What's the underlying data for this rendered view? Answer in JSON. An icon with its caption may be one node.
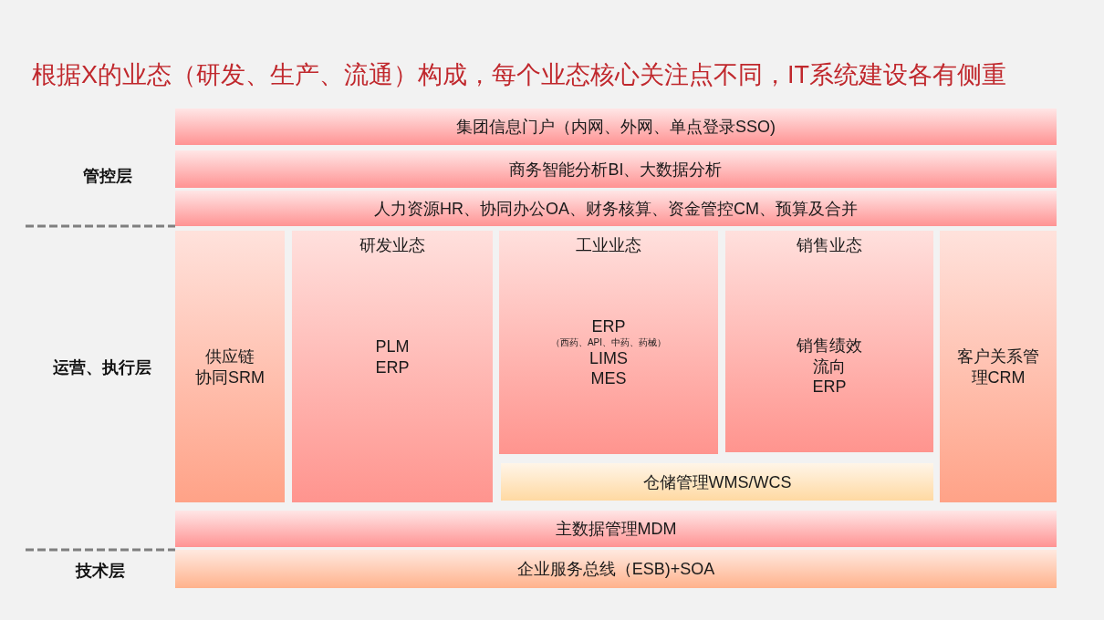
{
  "diagram": {
    "title": "根据X的业态（研发、生产、流通）构成，每个业态核心关注点不同，IT系统建设各有侧重",
    "nodes": [
      {
        "text": [
          "集团信息门户（内网、外网、单点登录SSO)"
        ]
      },
      {
        "text": [
          "商务智能分析BI、大数据分析"
        ]
      },
      {
        "text": [
          "人力资源HR、协同办公OA、财务核算、资金管控CM、预算及合并"
        ]
      },
      {
        "text": [
          "供应链协同SRM"
        ]
      },
      {
        "text": [
          "研发业态",
          "PLM",
          "ERP"
        ]
      },
      {
        "text": [
          "工业业态",
          "ERP",
          "（西药、API、中药、药械）",
          "LIMS",
          "MES"
        ]
      },
      {
        "text": [
          "销售业态",
          "销售绩效",
          "流向",
          "ERP"
        ]
      },
      {
        "text": [
          "客户关系管理CRM"
        ]
      },
      {
        "text": [
          "仓储管理WMS/WCS"
        ]
      },
      {
        "text": [
          "主数据管理MDM"
        ]
      },
      {
        "text": [
          "企业服务总线（ESB)+SOA"
        ]
      }
    ],
    "labels": [
      "管控层",
      "运营、执行层",
      "技术层"
    ]
  }
}
